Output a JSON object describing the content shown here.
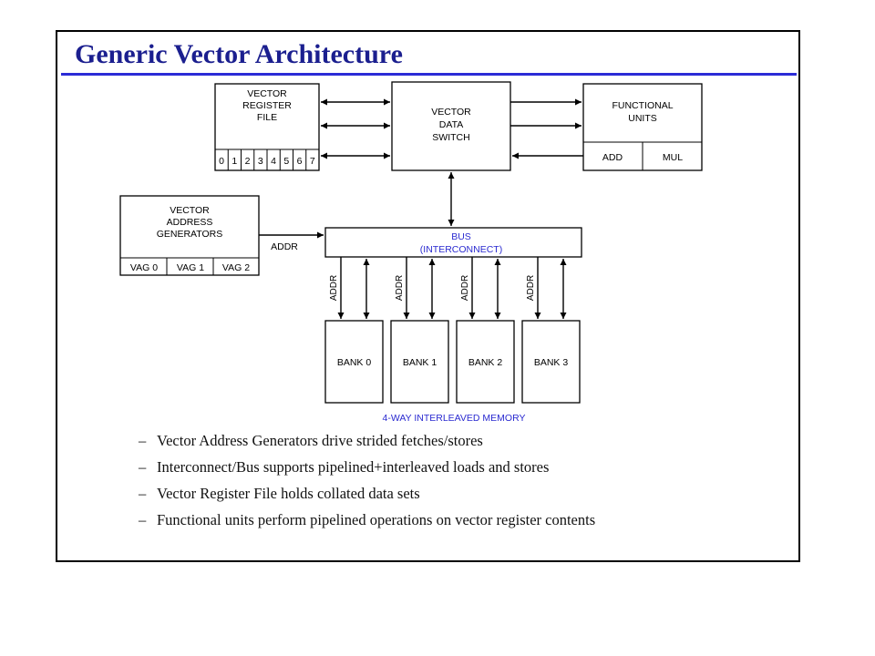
{
  "slide": {
    "title": "Generic Vector Architecture",
    "title_color": "#1b1f8f",
    "rule_color": "#2b2bd6",
    "caption_color": "#2a2ad0"
  },
  "diagram": {
    "vrf": {
      "lines": [
        "VECTOR",
        "REGISTER",
        "FILE"
      ],
      "registers": [
        "0",
        "1",
        "2",
        "3",
        "4",
        "5",
        "6",
        "7"
      ]
    },
    "switch": {
      "lines": [
        "VECTOR",
        "DATA",
        "SWITCH"
      ]
    },
    "fu": {
      "lines": [
        "FUNCTIONAL",
        "UNITS"
      ],
      "units": [
        "ADD",
        "MUL"
      ]
    },
    "vag": {
      "lines": [
        "VECTOR",
        "ADDRESS",
        "GENERATORS"
      ],
      "units": [
        "VAG 0",
        "VAG 1",
        "VAG 2"
      ],
      "addr_label": "ADDR"
    },
    "bus": {
      "lines": [
        "BUS",
        "(INTERCONNECT)"
      ]
    },
    "bank_addr_label": "ADDR",
    "banks": [
      "BANK 0",
      "BANK 1",
      "BANK 2",
      "BANK 3"
    ],
    "memory_caption": "4-WAY INTERLEAVED MEMORY"
  },
  "bullet_marker": "–",
  "bullets": [
    "Vector Address Generators drive strided fetches/stores",
    "Interconnect/Bus supports pipelined+interleaved loads and stores",
    "Vector Register File holds collated data sets",
    "Functional units perform pipelined operations on vector register contents"
  ]
}
